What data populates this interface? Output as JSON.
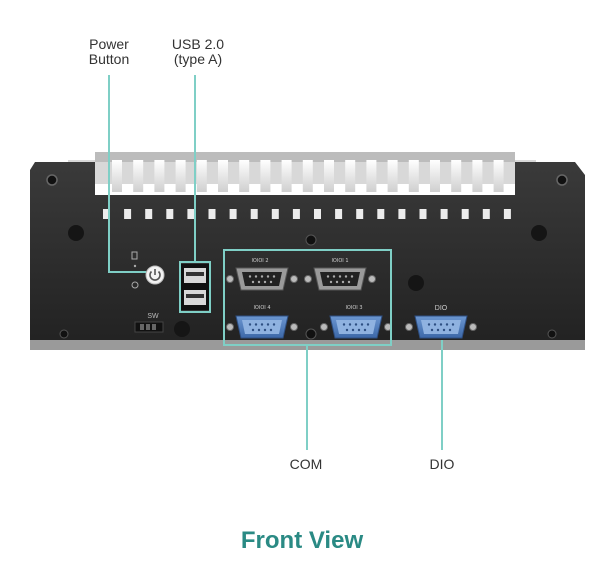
{
  "callouts": {
    "power_line1": "Power",
    "power_line2": "Button",
    "usb_line1": "USB 2.0",
    "usb_line2": "(type A)",
    "com": "COM",
    "dio": "DIO"
  },
  "panel": {
    "sw_label": "SW",
    "dio_label": "DIO",
    "com2": "IOIOI 2",
    "com1": "IOIOI 1",
    "com4": "IOIOI 4",
    "com3": "IOIOI 3"
  },
  "caption": "Front View",
  "colors": {
    "callout_line": "#7fcfc6",
    "caption": "#2a8a84",
    "chassis": "#2c2c2c",
    "db9_blue": "#4a78b8"
  }
}
